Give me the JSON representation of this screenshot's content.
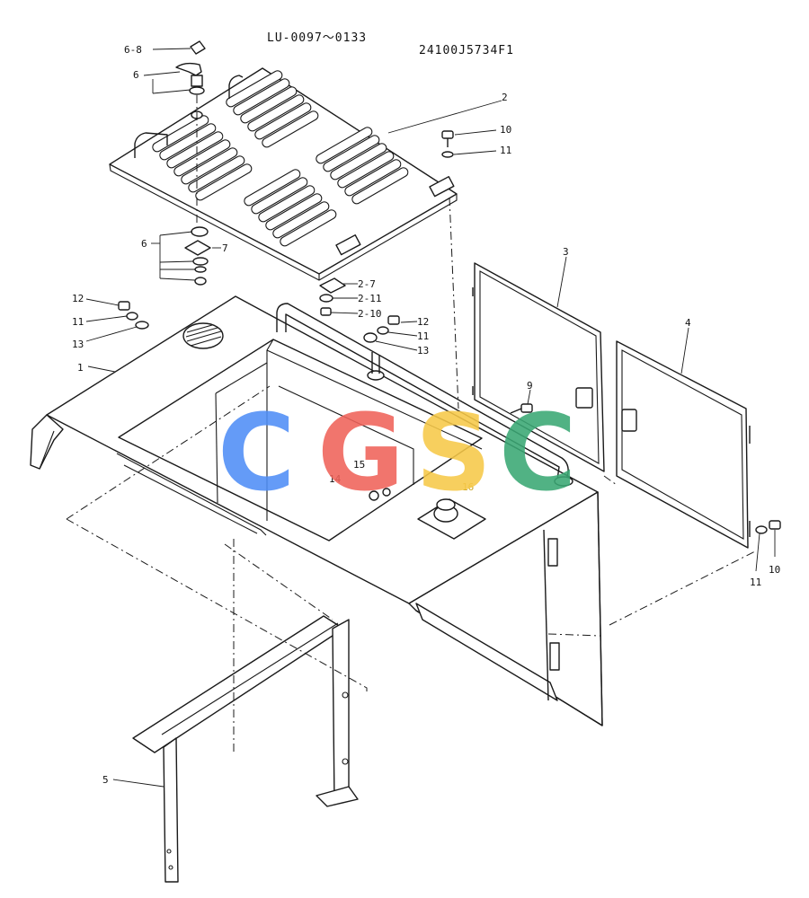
{
  "header": {
    "serial_range": "LU-0097～0133",
    "drawing_number": "24100J5734F1"
  },
  "callouts": {
    "c6_8": "6-8",
    "c6_top": "6",
    "c2": "2",
    "c10_top": "10",
    "c11_top": "11",
    "c6_mid": "6",
    "c7": "7",
    "c2_7": "2-7",
    "c2_11": "2-11",
    "c2_10": "2-10",
    "c12_left": "12",
    "c11_left": "11",
    "c13_left": "13",
    "c1": "1",
    "c12_mid": "12",
    "c11_mid": "11",
    "c13_mid": "13",
    "c3": "3",
    "c4": "4",
    "c9": "9",
    "c14": "14",
    "c15": "15",
    "c16": "16",
    "c11_bot": "11",
    "c10_bot": "10",
    "c5": "5"
  },
  "watermark": {
    "letters": [
      "C",
      "G",
      "S",
      "C"
    ],
    "colors": [
      "#4f8ef7",
      "#f0625a",
      "#f7c948",
      "#3aa874"
    ]
  }
}
